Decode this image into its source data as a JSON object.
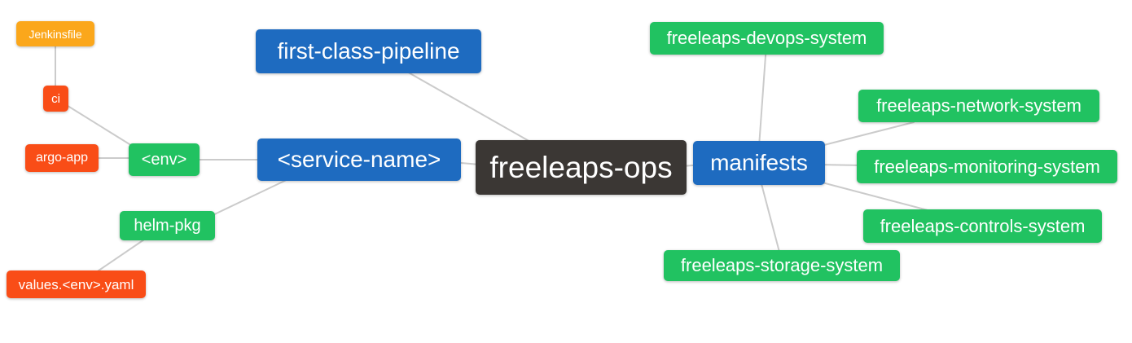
{
  "diagram": {
    "type": "mindmap",
    "root": "freeleaps_ops",
    "colors": {
      "root_bg": "#3B3734",
      "blue_bg": "#1E6BC0",
      "green_bg": "#21C261",
      "red_bg": "#F94D17",
      "orange_bg": "#FBA71B",
      "edge": "#CBCBCB",
      "text": "#FFFFFF",
      "canvas_bg": "#FFFFFF"
    },
    "nodes": {
      "jenkinsfile": {
        "label": "Jenkinsfile",
        "color": "#FBA71B"
      },
      "ci": {
        "label": "ci",
        "color": "#F94D17"
      },
      "argo_app": {
        "label": "argo-app",
        "color": "#F94D17"
      },
      "env": {
        "label": "<env>",
        "color": "#21C261"
      },
      "helm_pkg": {
        "label": "helm-pkg",
        "color": "#21C261"
      },
      "values_env_yaml": {
        "label": "values.<env>.yaml",
        "color": "#F94D17"
      },
      "service_name": {
        "label": "<service-name>",
        "color": "#1E6BC0"
      },
      "first_class_pipeline": {
        "label": "first-class-pipeline",
        "color": "#1E6BC0"
      },
      "freeleaps_ops": {
        "label": "freeleaps-ops",
        "color": "#3B3734"
      },
      "manifests": {
        "label": "manifests",
        "color": "#1E6BC0"
      },
      "devops_system": {
        "label": "freeleaps-devops-system",
        "color": "#21C261"
      },
      "network_system": {
        "label": "freeleaps-network-system",
        "color": "#21C261"
      },
      "monitoring_system": {
        "label": "freeleaps-monitoring-system",
        "color": "#21C261"
      },
      "controls_system": {
        "label": "freeleaps-controls-system",
        "color": "#21C261"
      },
      "storage_system": {
        "label": "freeleaps-storage-system",
        "color": "#21C261"
      }
    },
    "edges": [
      [
        "jenkinsfile",
        "ci"
      ],
      [
        "ci",
        "env"
      ],
      [
        "argo_app",
        "env"
      ],
      [
        "env",
        "service_name"
      ],
      [
        "helm_pkg",
        "service_name"
      ],
      [
        "values_env_yaml",
        "helm_pkg"
      ],
      [
        "service_name",
        "freeleaps_ops"
      ],
      [
        "first_class_pipeline",
        "freeleaps_ops"
      ],
      [
        "freeleaps_ops",
        "manifests"
      ],
      [
        "manifests",
        "devops_system"
      ],
      [
        "manifests",
        "network_system"
      ],
      [
        "manifests",
        "monitoring_system"
      ],
      [
        "manifests",
        "controls_system"
      ],
      [
        "manifests",
        "storage_system"
      ]
    ]
  }
}
